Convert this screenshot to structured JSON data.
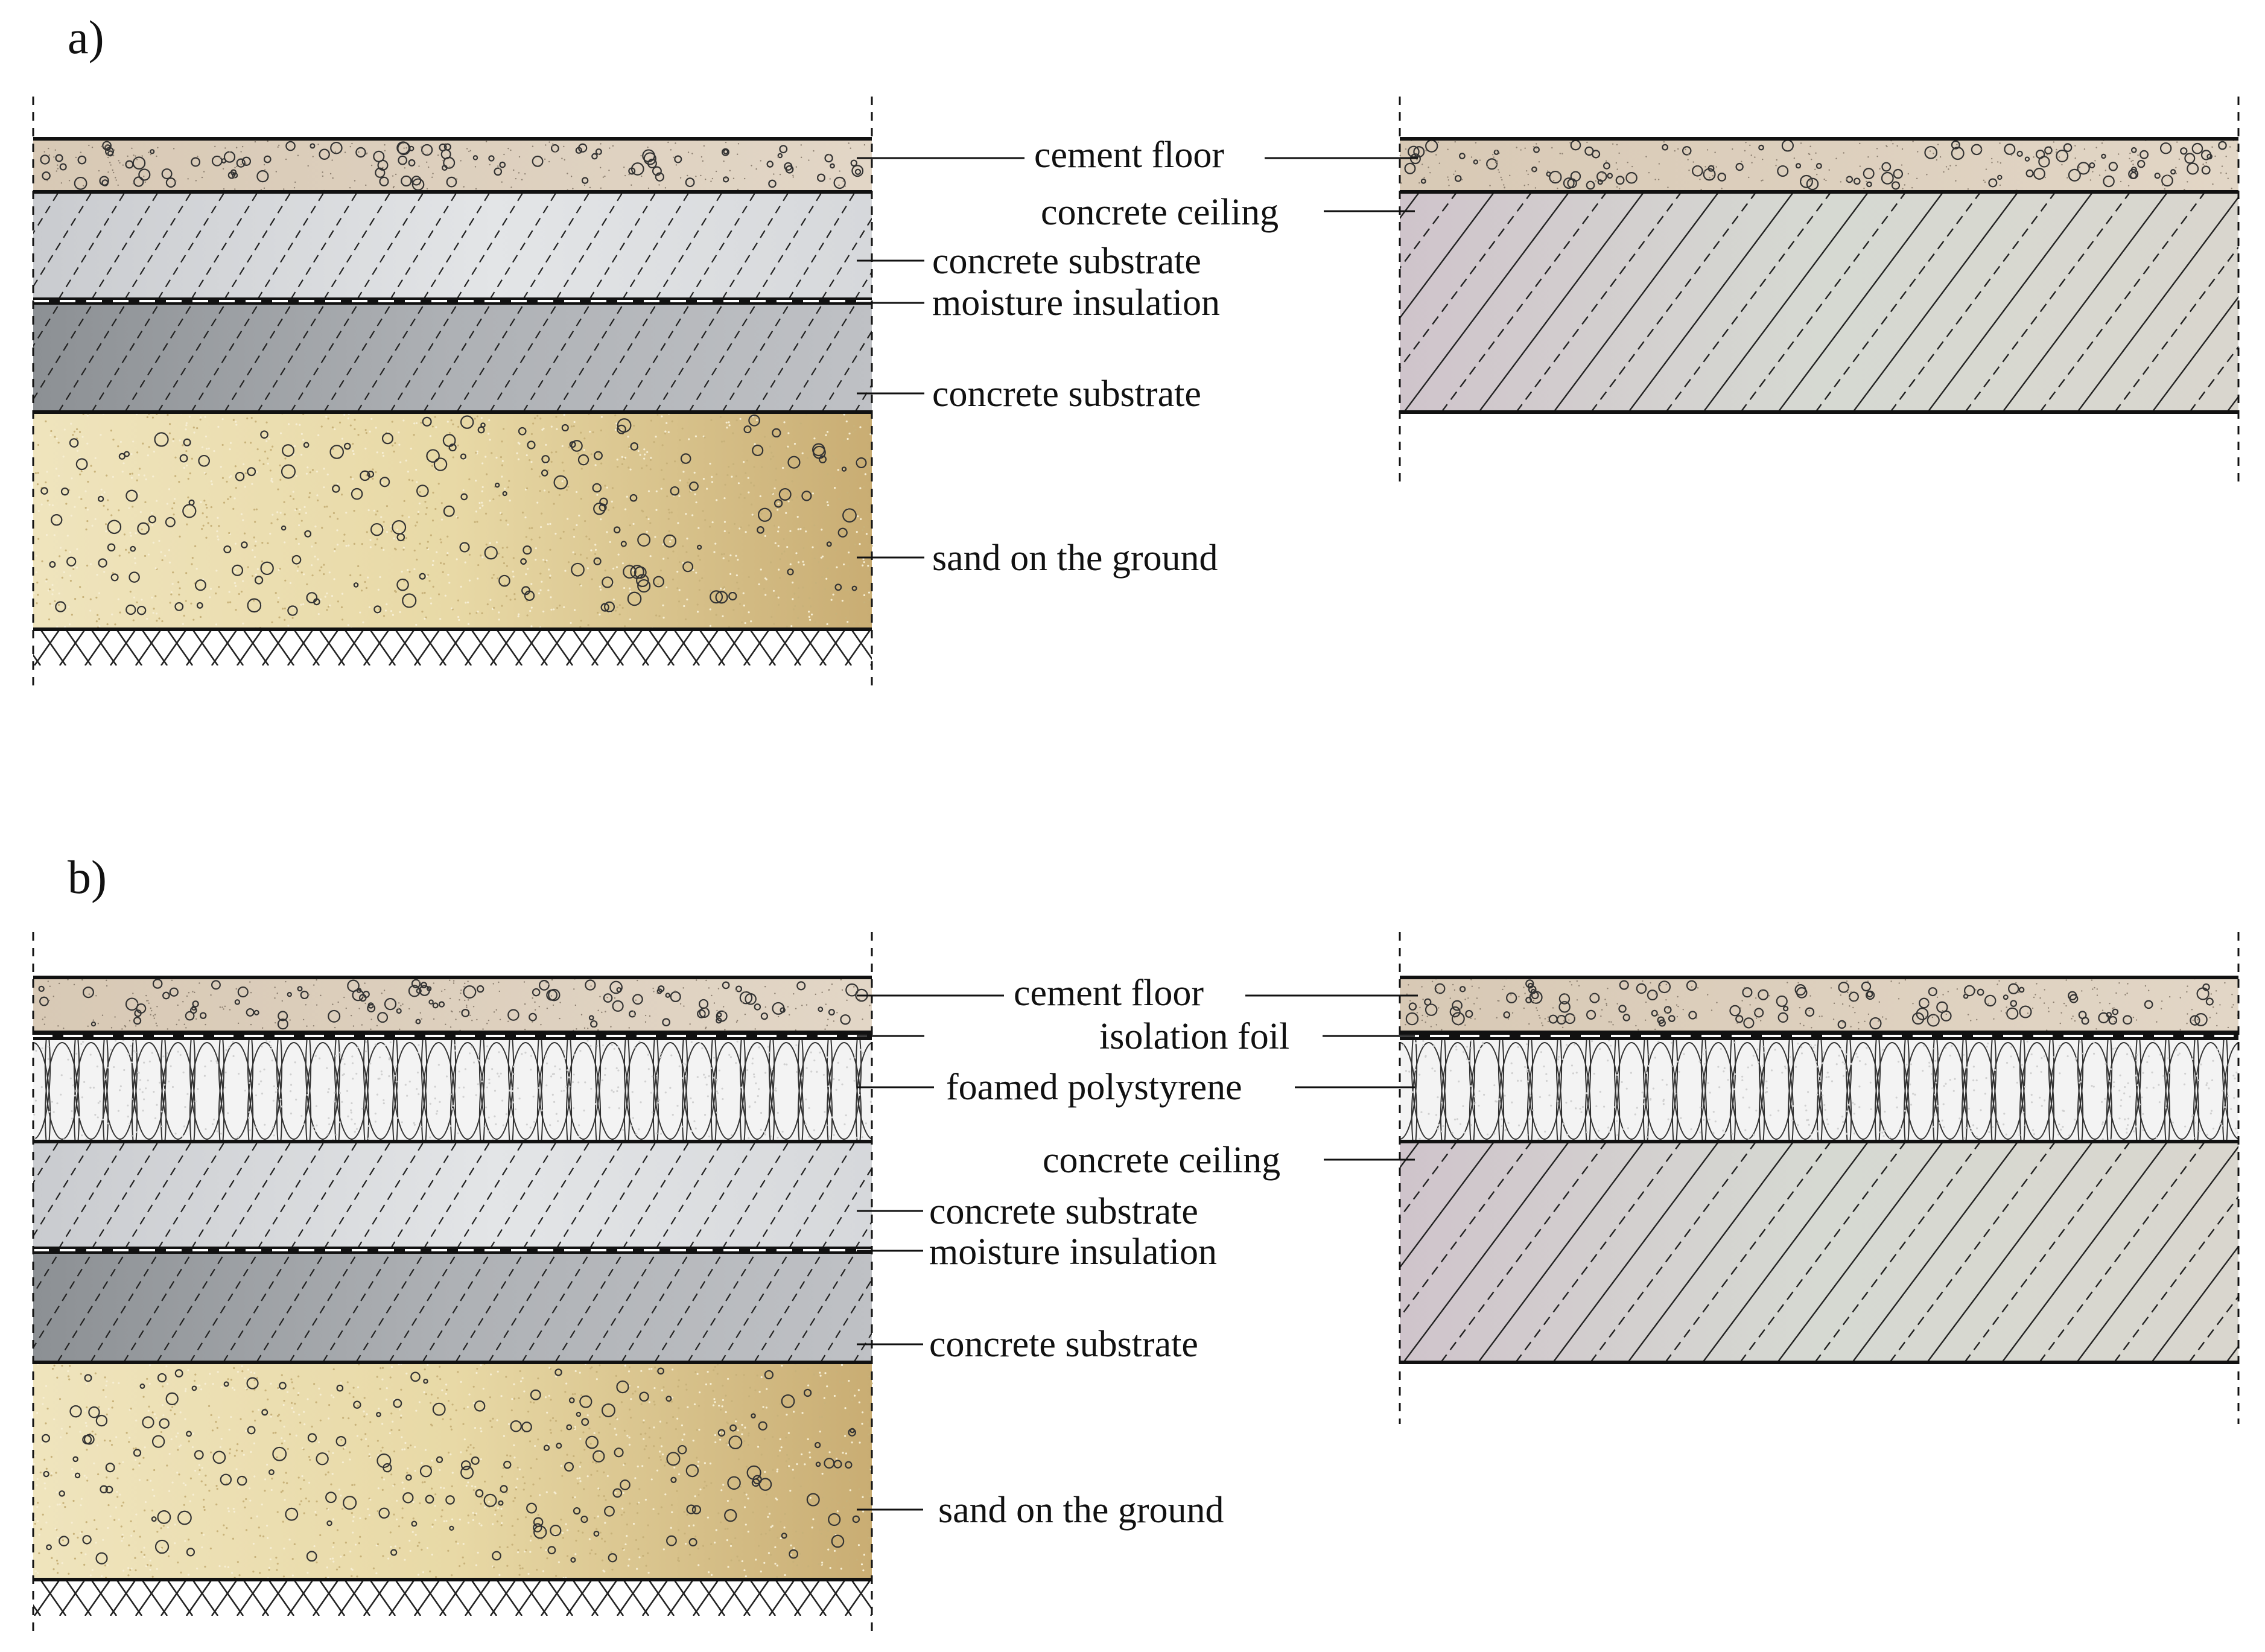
{
  "panels": [
    {
      "id": "a",
      "label": "a)",
      "left_labels": {
        "cement_floor": "cement floor",
        "concrete_substrate_top": "concrete substrate",
        "moisture_insulation": "moisture insulation",
        "concrete_substrate_bottom": "concrete substrate",
        "sand": "sand on the ground"
      },
      "right_labels": {
        "concrete_ceiling": "concrete ceiling"
      }
    },
    {
      "id": "b",
      "label": "b)",
      "left_labels": {
        "cement_floor": "cement floor",
        "concrete_substrate_top": "concrete substrate",
        "moisture_insulation": "moisture insulation",
        "concrete_substrate_bottom": "concrete substrate",
        "sand": "sand on the ground"
      },
      "right_labels": {
        "isolation_foil": "isolation foil",
        "foamed_polystyrene": "foamed polystyrene",
        "concrete_ceiling": "concrete ceiling"
      }
    }
  ],
  "colors": {
    "cement": "#ddd0bf",
    "concrete_light": "#e1e3e5",
    "concrete_dark": "#a7aaae",
    "sand": "#e9dcb0",
    "ceiling": "#d6d4d0",
    "polystyrene": "#f4f4f4",
    "line": "#111111"
  }
}
